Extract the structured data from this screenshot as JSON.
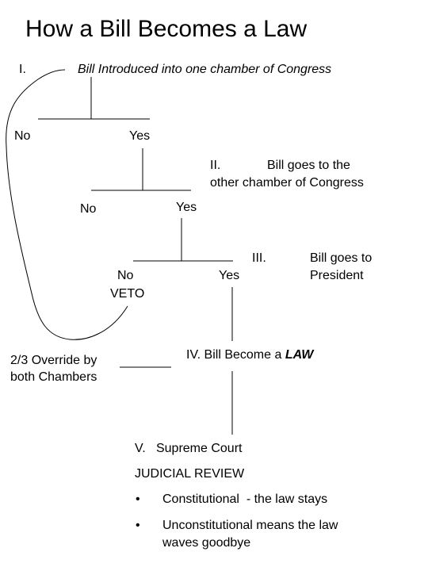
{
  "title": "How a Bill Becomes a Law",
  "step1": {
    "numeral": "I.",
    "text": "Bill Introduced into one chamber of Congress",
    "no": "No",
    "yes": "Yes"
  },
  "step2": {
    "numeral": "II.",
    "text_line1": "Bill goes to the",
    "text_line2": "other chamber of Congress",
    "no": "No",
    "yes": "Yes"
  },
  "step3": {
    "numeral": "III.",
    "text_line1": "Bill goes to",
    "text_line2": "President",
    "no": "No",
    "veto": "VETO",
    "yes": "Yes"
  },
  "override": {
    "line1": "2/3 Override by",
    "line2": "both Chambers"
  },
  "step4": {
    "prefix": "IV. Bill Become a",
    "emphasis": "LAW"
  },
  "step5": {
    "heading": "V.   Supreme Court",
    "subheading": "JUDICIAL REVIEW",
    "bullets": [
      {
        "marker": "•",
        "text": "Constitutional  - the law stays"
      },
      {
        "marker": "•",
        "line1": "Unconstitutional means the law",
        "line2": "waves goodbye"
      }
    ]
  }
}
